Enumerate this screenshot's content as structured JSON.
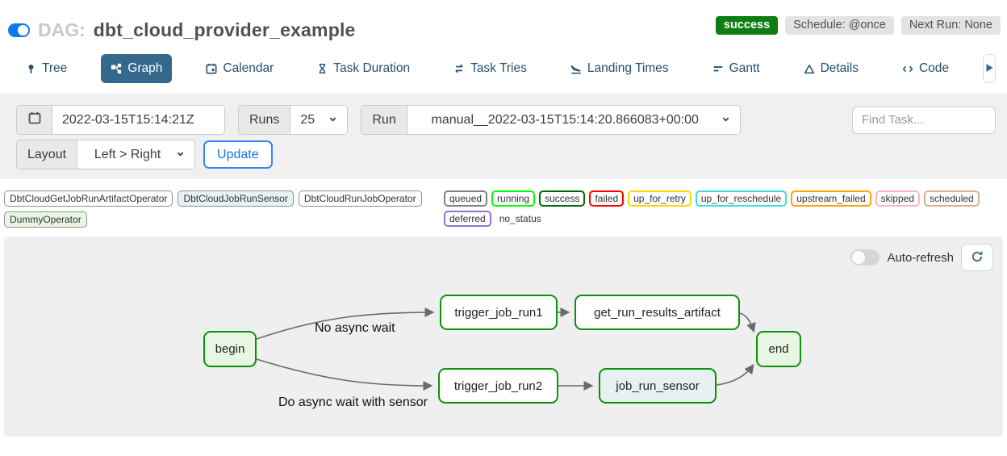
{
  "colors": {
    "accent_blue": "#0d78f0",
    "tab_active_bg": "#35688c",
    "success_badge_bg": "#0f7e12",
    "node_border_success": "#0a930a",
    "edge_gray": "#6b6b6b",
    "trash_red": "#e43921"
  },
  "header": {
    "dag_prefix": "DAG:",
    "dag_title": "dbt_cloud_provider_example",
    "status_badge": "success",
    "schedule_badge": "Schedule: @once",
    "next_run_badge": "Next Run: None"
  },
  "tabs": [
    {
      "label": "Tree"
    },
    {
      "label": "Graph",
      "active": true
    },
    {
      "label": "Calendar"
    },
    {
      "label": "Task Duration"
    },
    {
      "label": "Task Tries"
    },
    {
      "label": "Landing Times"
    },
    {
      "label": "Gantt"
    },
    {
      "label": "Details"
    },
    {
      "label": "Code"
    }
  ],
  "filters": {
    "base_date": "2022-03-15T15:14:21Z",
    "runs_label": "Runs",
    "runs_value": "25",
    "run_label": "Run",
    "run_value": "manual__2022-03-15T15:14:20.866083+00:00",
    "find_task_placeholder": "Find Task...",
    "layout_label": "Layout",
    "layout_value": "Left > Right",
    "update_button": "Update"
  },
  "legend": {
    "operators": [
      {
        "label": "DbtCloudGetJobRunArtifactOperator",
        "fill": "#ffffff"
      },
      {
        "label": "DbtCloudJobRunSensor",
        "fill": "#e6f1f2"
      },
      {
        "label": "DbtCloudRunJobOperator",
        "fill": "#ffffff"
      },
      {
        "label": "DummyOperator",
        "fill": "#e8f7e4"
      }
    ],
    "states": [
      {
        "label": "queued",
        "color": "#808080"
      },
      {
        "label": "running",
        "color": "#00ff00"
      },
      {
        "label": "success",
        "color": "#056705"
      },
      {
        "label": "failed",
        "color": "#ff0000"
      },
      {
        "label": "up_for_retry",
        "color": "#ffd700"
      },
      {
        "label": "up_for_reschedule",
        "color": "#40e0d0"
      },
      {
        "label": "upstream_failed",
        "color": "#ffa500"
      },
      {
        "label": "skipped",
        "color": "#ffb6c1"
      },
      {
        "label": "scheduled",
        "color": "#d2b48c"
      },
      {
        "label": "deferred",
        "color": "#9370db"
      },
      {
        "label": "no_status",
        "color": "none"
      }
    ]
  },
  "graph": {
    "auto_refresh_label": "Auto-refresh",
    "nodes": [
      {
        "id": "begin",
        "label": "begin",
        "fill": "#e8f7e4"
      },
      {
        "id": "trigger_job_run1",
        "label": "trigger_job_run1",
        "fill": "#ffffff"
      },
      {
        "id": "get_run_results_artifact",
        "label": "get_run_results_artifact",
        "fill": "#ffffff"
      },
      {
        "id": "trigger_job_run2",
        "label": "trigger_job_run2",
        "fill": "#ffffff"
      },
      {
        "id": "job_run_sensor",
        "label": "job_run_sensor",
        "fill": "#e6f1f2"
      },
      {
        "id": "end",
        "label": "end",
        "fill": "#e8f7e4"
      }
    ],
    "edge_labels": {
      "no_async": "No async wait",
      "do_async": "Do async wait with sensor"
    }
  }
}
